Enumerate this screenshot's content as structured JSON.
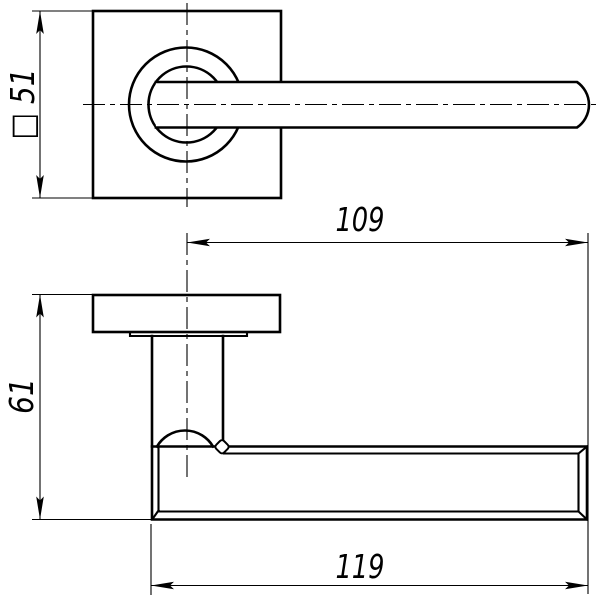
{
  "drawing": {
    "dimensions": {
      "rosette_square": "□ 51",
      "center_to_end": "109",
      "total_length": "119",
      "height": "61"
    },
    "colors": {
      "line": "#000000",
      "background": "#ffffff"
    }
  }
}
